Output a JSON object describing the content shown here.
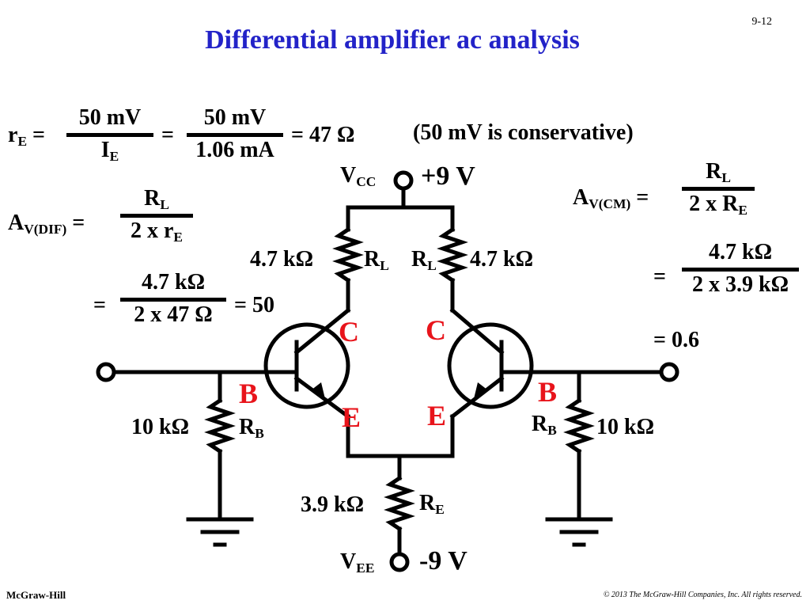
{
  "slide": {
    "title": "Differential amplifier ac analysis",
    "page_number": "9-12",
    "footer_left": "McGraw-Hill",
    "footer_right": "© 2013 The McGraw-Hill Companies, Inc. All rights reserved."
  },
  "equations": {
    "re": {
      "lhs": "r",
      "lhs_sub": "E",
      "eq1": "=",
      "frac1_num": "50 mV",
      "frac1_den": "I",
      "frac1_den_sub": "E",
      "eq2": "=",
      "frac2_num": "50 mV",
      "frac2_den": "1.06 mA",
      "result": "= 47 Ω",
      "note": "(50 mV is conservative)"
    },
    "av_dif": {
      "lhs": "A",
      "lhs_sub": "V(DIF)",
      "eq1": "=",
      "frac1_num": "R",
      "frac1_num_sub": "L",
      "frac1_den": "2 x r",
      "frac1_den_sub": "E",
      "eq2": "=",
      "frac2_num": "4.7 kΩ",
      "frac2_den": "2 x 47 Ω",
      "result": "= 50"
    },
    "av_cm": {
      "lhs": "A",
      "lhs_sub": "V(CM)",
      "eq1": "=",
      "frac1_num": "R",
      "frac1_num_sub": "L",
      "frac1_den": "2 x R",
      "frac1_den_sub": "E",
      "eq2": "=",
      "frac2_num": "4.7 kΩ",
      "frac2_den": "2 x 3.9 kΩ",
      "result": "= 0.6"
    }
  },
  "circuit": {
    "vcc_label": "V",
    "vcc_sub": "CC",
    "vcc_value": "+9 V",
    "vee_label": "V",
    "vee_sub": "EE",
    "vee_value": "-9 V",
    "rl_left_value": "4.7 kΩ",
    "rl_left_label": "R",
    "rl_left_sub": "L",
    "rl_right_value": "4.7 kΩ",
    "rl_right_label": "R",
    "rl_right_sub": "L",
    "rb_left_value": "10 kΩ",
    "rb_left_label": "R",
    "rb_left_sub": "B",
    "rb_right_value": "10 kΩ",
    "rb_right_label": "R",
    "rb_right_sub": "B",
    "re_value": "3.9 kΩ",
    "re_label": "R",
    "re_sub": "E",
    "terminal_left": {
      "c": "C",
      "b": "B",
      "e": "E"
    },
    "terminal_right": {
      "c": "C",
      "b": "B",
      "e": "E"
    },
    "accent_color": "#e8141b",
    "title_color": "#2323c8"
  }
}
